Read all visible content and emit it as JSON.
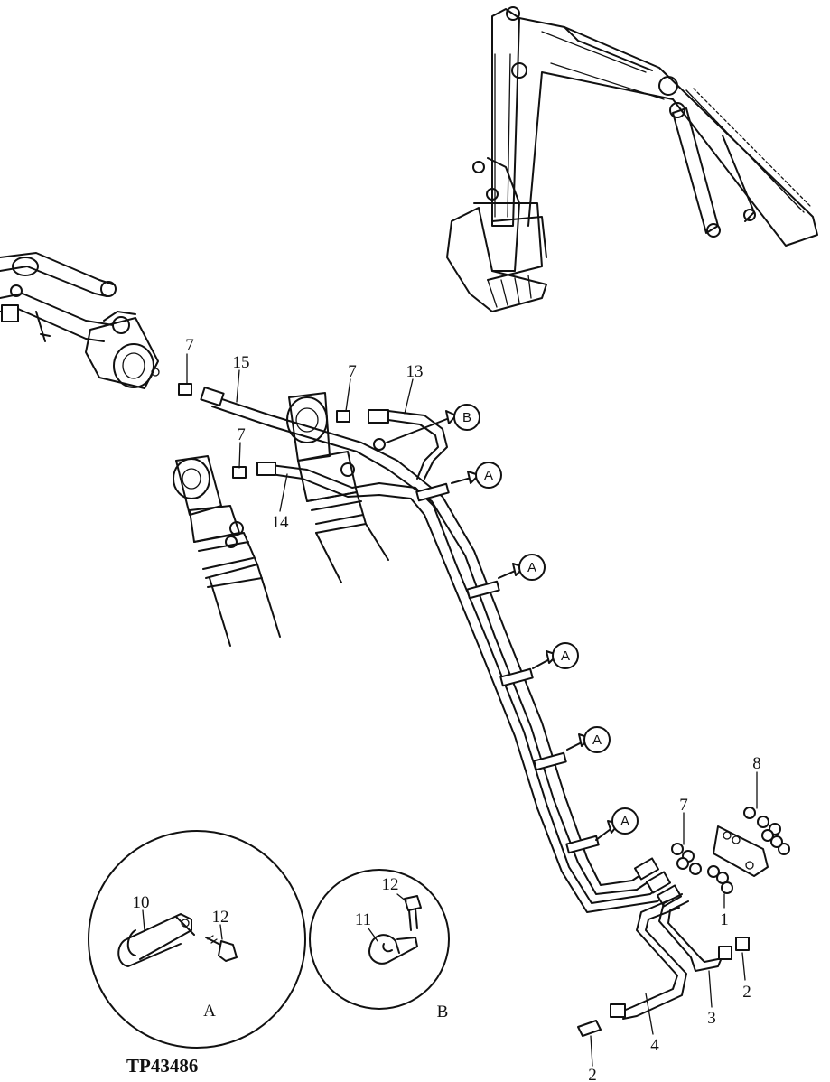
{
  "figure_code": "TP43486",
  "callouts": {
    "c1": "1",
    "c2a": "2",
    "c2b": "2",
    "c3": "3",
    "c4": "4",
    "c7a": "7",
    "c7b": "7",
    "c7c": "7",
    "c7d": "7",
    "c8": "8",
    "c13": "13",
    "c14": "14",
    "c15": "15"
  },
  "view_refs": {
    "a1": "A",
    "a2": "A",
    "a3": "A",
    "a4": "A",
    "a5": "A",
    "b1": "B"
  },
  "detail_a": {
    "caption": "A",
    "part_10": "10",
    "part_12": "12"
  },
  "detail_b": {
    "caption": "B",
    "part_11": "11",
    "part_12": "12"
  }
}
